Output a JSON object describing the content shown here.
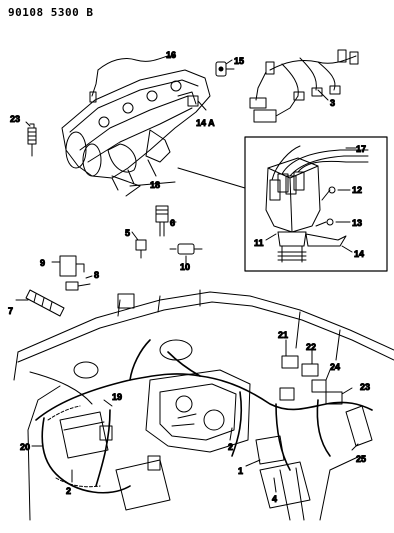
{
  "header": {
    "part_code": "90108 5300 B"
  },
  "callouts": {
    "c1": "1",
    "c2a": "2",
    "c2b": "2",
    "c3": "3",
    "c4": "4",
    "c5": "5",
    "c6": "6",
    "c7": "7",
    "c8": "8",
    "c9": "9",
    "c10": "10",
    "c11": "11",
    "c12": "12",
    "c13": "13",
    "c14": "14",
    "c14a": "14 A",
    "c15": "15",
    "c16": "16",
    "c17": "17",
    "c18": "18",
    "c19": "19",
    "c20": "20",
    "c21": "21",
    "c22": "22",
    "c23a": "23",
    "c23b": "23",
    "c24": "24",
    "c25": "25"
  }
}
